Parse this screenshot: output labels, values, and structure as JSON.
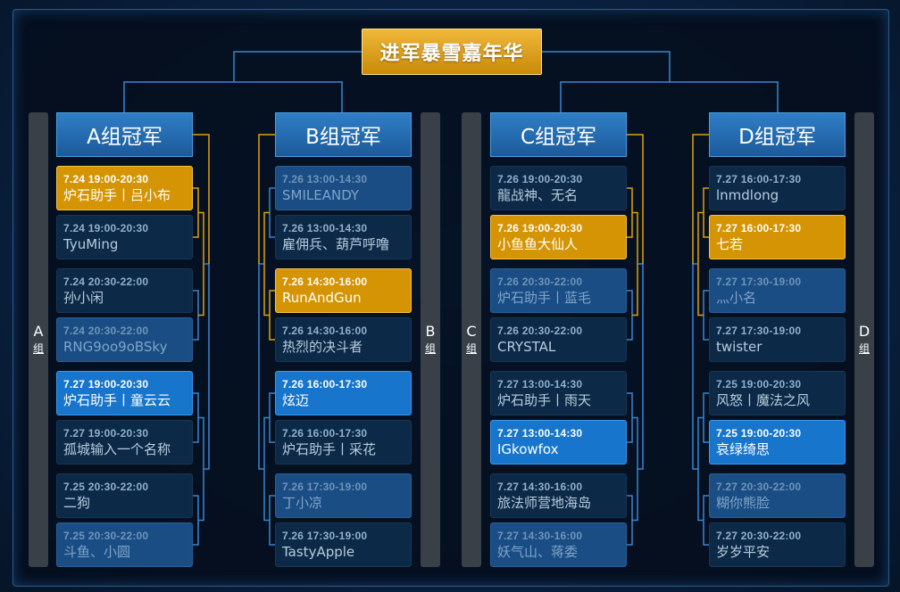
{
  "title": "进军暴雪嘉年华",
  "colors": {
    "gold": "#e0a20a",
    "blue_line": "#3a86d0",
    "highlight": "#1875cc",
    "dim": "#1a4d84"
  },
  "groups": [
    {
      "champion": "A组冠军",
      "side_letter": "A",
      "side_word": "组",
      "matches": [
        {
          "time": "7.24  19:00-20:30",
          "name": "炉石助手丨吕小布",
          "state": "win"
        },
        {
          "time": "7.24  19:00-20:30",
          "name": "TyuMing",
          "state": "normal"
        },
        {
          "time": "7.24  20:30-22:00",
          "name": "孙小闲",
          "state": "normal"
        },
        {
          "time": "7.24  20:30-22:00",
          "name": "RNG9oo9oBSky",
          "state": "dim"
        },
        {
          "time": "7.27  19:00-20:30",
          "name": "炉石助手丨童云云",
          "state": "highlight"
        },
        {
          "time": "7.27  19:00-20:30",
          "name": "孤城输入一个名称",
          "state": "normal"
        },
        {
          "time": "7.25  20:30-22:00",
          "name": "二狗",
          "state": "normal"
        },
        {
          "time": "7.25  20:30-22:00",
          "name": "斗鱼、小圆",
          "state": "dim"
        }
      ]
    },
    {
      "champion": "B组冠军",
      "side_letter": "B",
      "side_word": "组",
      "matches": [
        {
          "time": "7.26  13:00-14:30",
          "name": "SMILEANDY",
          "state": "dim"
        },
        {
          "time": "7.26  13:00-14:30",
          "name": "雇佣兵、葫芦呼噜",
          "state": "normal"
        },
        {
          "time": "7.26  14:30-16:00",
          "name": "RunAndGun",
          "state": "win"
        },
        {
          "time": "7.26  14:30-16:00",
          "name": "热烈的决斗者",
          "state": "normal"
        },
        {
          "time": "7.26  16:00-17:30",
          "name": "炫迈",
          "state": "highlight"
        },
        {
          "time": "7.26  16:00-17:30",
          "name": "炉石助手丨采花",
          "state": "normal"
        },
        {
          "time": "7.26  17:30-19:00",
          "name": "丁小凉",
          "state": "dim"
        },
        {
          "time": "7.26  17:30-19:00",
          "name": "TastyApple",
          "state": "normal"
        }
      ]
    },
    {
      "champion": "C组冠军",
      "side_letter": "C",
      "side_word": "组",
      "matches": [
        {
          "time": "7.26  19:00-20:30",
          "name": "龍战神、无名",
          "state": "normal"
        },
        {
          "time": "7.26  19:00-20:30",
          "name": "小鱼鱼大仙人",
          "state": "win"
        },
        {
          "time": "7.26  20:30-22:00",
          "name": "炉石助手丨蓝毛",
          "state": "dim"
        },
        {
          "time": "7.26  20:30-22:00",
          "name": "CRYSTAL",
          "state": "normal"
        },
        {
          "time": "7.27  13:00-14:30",
          "name": "炉石助手丨雨天",
          "state": "normal"
        },
        {
          "time": "7.27  13:00-14:30",
          "name": "IGkowfox",
          "state": "highlight"
        },
        {
          "time": "7.27  14:30-16:00",
          "name": "旅法师营地海岛",
          "state": "normal"
        },
        {
          "time": "7.27  14:30-16:00",
          "name": "妖气山、蒋委",
          "state": "dim"
        }
      ]
    },
    {
      "champion": "D组冠军",
      "side_letter": "D",
      "side_word": "组",
      "matches": [
        {
          "time": "7.27  16:00-17:30",
          "name": "lnmdlong",
          "state": "normal"
        },
        {
          "time": "7.27  16:00-17:30",
          "name": "七若",
          "state": "win"
        },
        {
          "time": "7.27  17:30-19:00",
          "name": "灬小名",
          "state": "dim"
        },
        {
          "time": "7.27  17:30-19:00",
          "name": "twister",
          "state": "normal"
        },
        {
          "time": "7.25  19:00-20:30",
          "name": "风怒丨魔法之风",
          "state": "normal"
        },
        {
          "time": "7.25  19:00-20:30",
          "name": "哀绿绮思",
          "state": "highlight"
        },
        {
          "time": "7.27  20:30-22:00",
          "name": "糊你熊脸",
          "state": "dim"
        },
        {
          "time": "7.27  20:30-22:00",
          "name": "岁岁平安",
          "state": "normal"
        }
      ]
    }
  ]
}
